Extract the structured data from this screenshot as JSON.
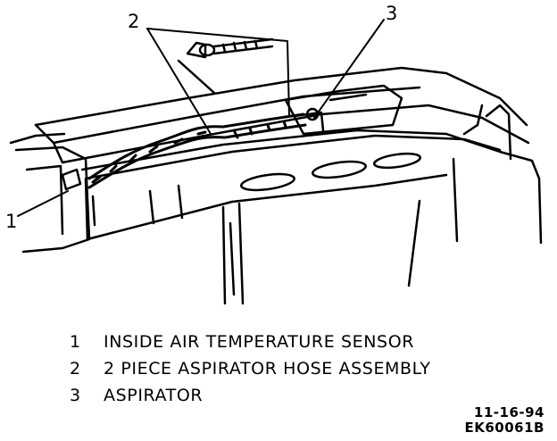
{
  "callouts": [
    "1",
    "2",
    "3"
  ],
  "legend": [
    {
      "number": "1",
      "text": "INSIDE AIR TEMPERATURE SENSOR"
    },
    {
      "number": "2",
      "text": "2 PIECE ASPIRATOR HOSE ASSEMBLY"
    },
    {
      "number": "3",
      "text": "ASPIRATOR"
    }
  ],
  "figure_code": {
    "date": "11-16-94",
    "id": "EK60061B"
  }
}
